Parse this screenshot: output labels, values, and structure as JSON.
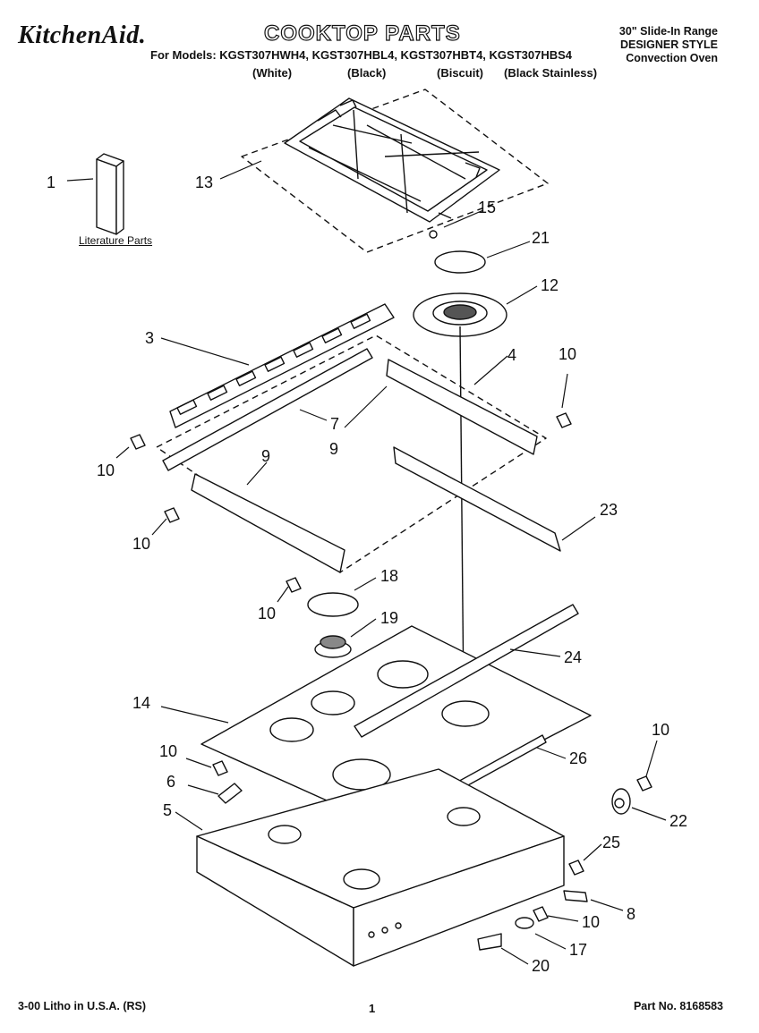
{
  "header": {
    "brand": "KitchenAid.",
    "title": "COOKTOP PARTS",
    "models": "For Models: KGST307HWH4, KGST307HBL4, KGST307HBT4, KGST307HBS4",
    "variants": [
      "(White)",
      "(Black)",
      "(Biscuit)",
      "(Black Stainless)"
    ],
    "right_lines": [
      "30\" Slide-In Range",
      "DESIGNER STYLE",
      "Convection Oven"
    ]
  },
  "literature_label": "Literature Parts",
  "callouts": [
    "1",
    "13",
    "15",
    "21",
    "12",
    "3",
    "4",
    "10",
    "7",
    "9",
    "9",
    "10",
    "10",
    "23",
    "10",
    "18",
    "19",
    "24",
    "14",
    "10",
    "26",
    "6",
    "5",
    "10",
    "22",
    "25",
    "8",
    "10",
    "17",
    "20"
  ],
  "footer": {
    "left": "3-00 Litho in U.S.A. (RS)",
    "page": "1",
    "part_number": "Part No. 8168583"
  },
  "colors": {
    "ink": "#111111",
    "paper": "#ffffff"
  }
}
